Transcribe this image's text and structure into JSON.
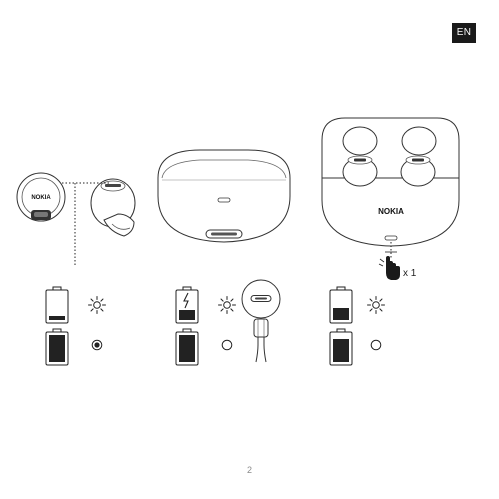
{
  "header": {
    "language_badge": "EN"
  },
  "brand": {
    "earbud_logo": "NOKIA",
    "case_logo": "NOKIA",
    "open_case_logo": "NOKIA"
  },
  "tap_instruction": {
    "count_label": "x 1"
  },
  "status_rows": {
    "earbud": [
      {
        "battery": "low",
        "led": "blinking",
        "icons": [
          "battery-low-icon",
          "led-blinking-icon"
        ]
      },
      {
        "battery": "full",
        "led": "solid-on",
        "icons": [
          "battery-full-icon",
          "led-solid-icon"
        ]
      }
    ],
    "charging_case": [
      {
        "battery": "charging",
        "led": "blinking",
        "icons": [
          "battery-charging-icon",
          "led-blinking-icon"
        ]
      },
      {
        "battery": "full",
        "led": "off",
        "icons": [
          "battery-full-icon",
          "led-off-icon"
        ]
      }
    ],
    "case_with_earbuds": [
      {
        "battery": "half",
        "led": "blinking",
        "icons": [
          "battery-half-icon",
          "led-blinking-icon"
        ]
      },
      {
        "battery": "full",
        "led": "off",
        "icons": [
          "battery-full-icon",
          "led-off-icon"
        ]
      }
    ]
  },
  "footer": {
    "page_number": "2"
  }
}
